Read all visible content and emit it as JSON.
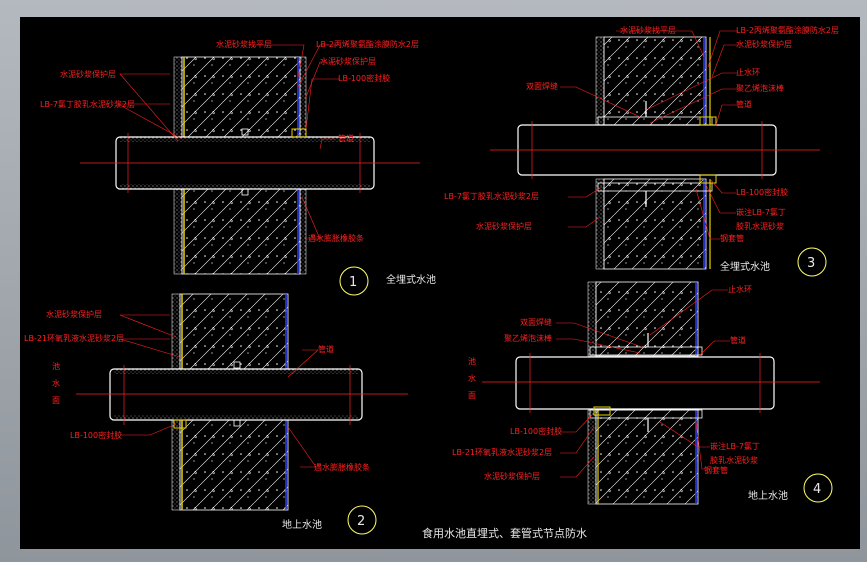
{
  "colors": {
    "background": "#000000",
    "frame": "#a0a6ad",
    "wall": "#ffffff",
    "blue_layer": "#2b3cff",
    "yellow_layer": "#e8d200",
    "red_line": "#ff2020",
    "label": "#ff2020",
    "text": "#e8e8e8",
    "circle": "#ffff66"
  },
  "sheet_title": "食用水池直埋式、套管式节点防水",
  "details": [
    {
      "number": "1",
      "caption": "全埋式水池",
      "labels": [
        "水泥砂浆找平层",
        "LB-2丙烯聚氨酯涂膜防水2层",
        "水泥砂浆保护层",
        "水泥砂浆保护层",
        "LB-7氯丁胶乳水泥砂浆2层",
        "LB-100密封胶",
        "管道",
        "遇水膨胀橡胶条"
      ]
    },
    {
      "number": "2",
      "caption": "地上水池",
      "side_label": [
        "池",
        "水",
        "面"
      ],
      "labels": [
        "水泥砂浆保护层",
        "LB-21环氧乳液水泥砂浆2层",
        "管道",
        "LB-100密封胶",
        "遇水膨胀橡胶条"
      ]
    },
    {
      "number": "3",
      "caption": "全埋式水池",
      "labels": [
        "水泥砂浆找平层",
        "LB-2丙烯聚氨酯涂膜防水2层",
        "水泥砂浆保护层",
        "止水环",
        "双面焊缝",
        "聚乙烯泡沫棒",
        "管道",
        "LB-100密封胶",
        "LB-7氯丁胶乳水泥砂浆2层",
        "嵌注LB-7氯丁",
        "胶乳水泥砂浆",
        "水泥砂浆保护层",
        "钢套管"
      ]
    },
    {
      "number": "4",
      "caption": "地上水池",
      "side_label": [
        "池",
        "水",
        "面"
      ],
      "labels": [
        "止水环",
        "双面焊缝",
        "聚乙烯泡沫棒",
        "管道",
        "LB-100密封胶",
        "嵌注LB-7氯丁",
        "LB-21环氧乳液水泥砂浆2层",
        "胶乳水泥砂浆",
        "水泥砂浆保护层",
        "钢套管"
      ]
    }
  ]
}
